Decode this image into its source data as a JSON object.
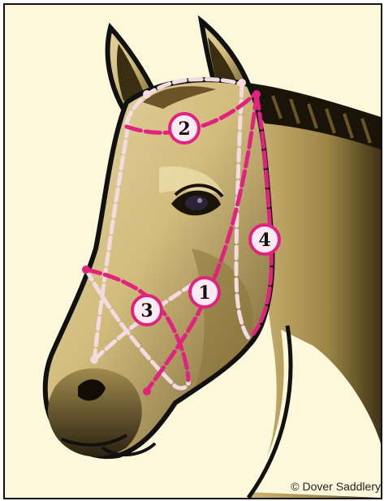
{
  "diagram": {
    "callouts": [
      {
        "id": "1",
        "label": "1"
      },
      {
        "id": "2",
        "label": "2"
      },
      {
        "id": "3",
        "label": "3"
      },
      {
        "id": "4",
        "label": "4"
      }
    ],
    "copyright": "© Dover Saddlery",
    "colors": {
      "background": "#fdf8dc",
      "magenta_strap": "#e0237f",
      "white_strap": "#f3dbe2",
      "horse_light": "#d9c489",
      "horse_dark": "#2c2410",
      "mane": "#1a1408",
      "outline": "#111111"
    }
  }
}
